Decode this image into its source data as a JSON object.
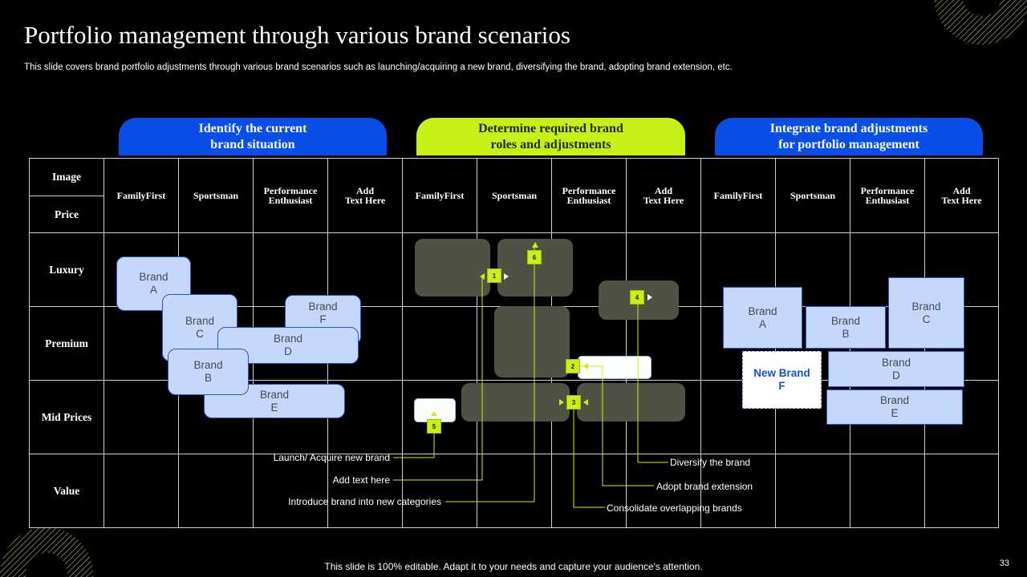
{
  "slide": {
    "title": "Portfolio management through various brand scenarios",
    "subtitle": "This slide covers brand portfolio adjustments through various brand scenarios such as launching/acquiring a new brand, diversifying the brand, adopting brand extension, etc.",
    "footer": "This slide is 100% editable. Adapt it to your needs and capture your audience's attention.",
    "page_number": "33"
  },
  "phases": [
    {
      "label": "Identify the current\nbrand situation",
      "color": "#0a4ee8"
    },
    {
      "label": "Determine required brand\nroles and adjustments",
      "color": "#c6f018"
    },
    {
      "label": "Integrate brand adjustments\nfor portfolio management",
      "color": "#0a4ee8"
    }
  ],
  "grid": {
    "axis_top": "Image",
    "axis_bottom": "Price",
    "columns": [
      "FamilyFirst",
      "Sportsman",
      "Performance\nEnthusiast",
      "Add\nText Here"
    ],
    "rows": [
      "Luxury",
      "Premium",
      "Mid Prices",
      "Value"
    ]
  },
  "current_brands": [
    {
      "label": "Brand\nA"
    },
    {
      "label": "Brand\nC"
    },
    {
      "label": "Brand\nF"
    },
    {
      "label": "Brand\nD"
    },
    {
      "label": "Brand\nB"
    },
    {
      "label": "Brand\nE"
    }
  ],
  "steps": [
    {
      "num": "1",
      "label": "Add text here"
    },
    {
      "num": "2",
      "label": "Adopt brand extension"
    },
    {
      "num": "3",
      "label": "Consolidate overlapping brands"
    },
    {
      "num": "4",
      "label": "Diversify the brand"
    },
    {
      "num": "5",
      "label": "Launch/ Acquire new brand"
    },
    {
      "num": "6",
      "label": "Introduce brand into new categories"
    }
  ],
  "final_brands": [
    {
      "label": "Brand\nA"
    },
    {
      "label": "Brand\nB"
    },
    {
      "label": "Brand\nC"
    },
    {
      "label": "New Brand\nF"
    },
    {
      "label": "Brand\nD"
    },
    {
      "label": "Brand\nE"
    }
  ],
  "colors": {
    "accent_blue": "#0a4ee8",
    "accent_green": "#c6f018",
    "brand_fill": "#c5d8fb",
    "placeholder_box": "#4f5142"
  }
}
